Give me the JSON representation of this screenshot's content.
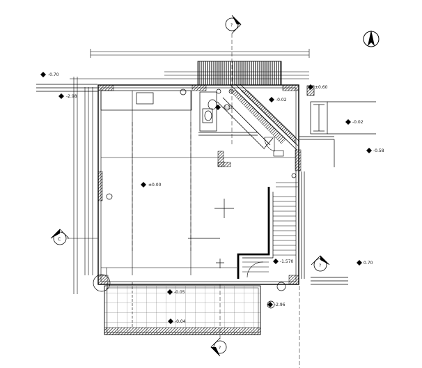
{
  "levels": {
    "top_left_ext": "-0.70",
    "left_ext": "-2.98",
    "main_floor": "±0.00",
    "right_top": "±0.60",
    "toilet": "-0.02",
    "corridor": "-0.02",
    "right_side": "-0.02",
    "far_right": "-0.58",
    "stair_landing": "-1.570",
    "stair_right": "0.70",
    "terrace_upper": "-0.05",
    "terrace_lower": "-2.96",
    "terrace_mid": "-0.04"
  },
  "axis_markers": {
    "top": "?",
    "left": "C",
    "bottom": "?",
    "right": "?"
  },
  "north_arrow": "A"
}
